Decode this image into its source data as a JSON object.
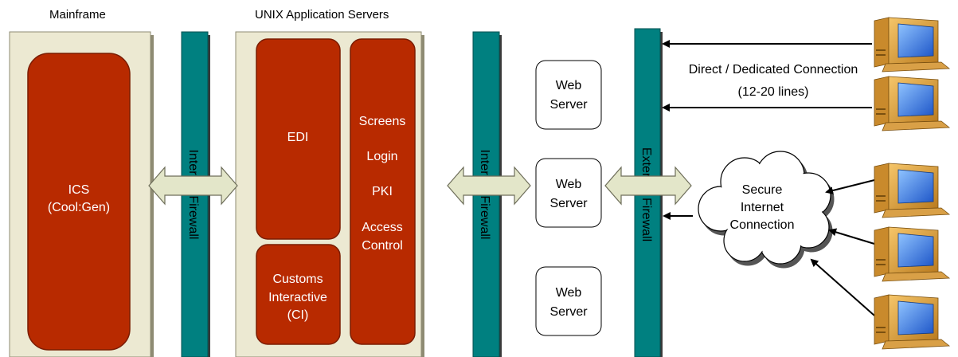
{
  "mainframe": {
    "title": "Mainframe",
    "ics_line1": "ICS",
    "ics_line2": "(Cool:Gen)"
  },
  "unix": {
    "title": "UNIX Application Servers",
    "edi": "EDI",
    "ci_line1": "Customs",
    "ci_line2": "Interactive",
    "ci_line3": "(CI)",
    "security_items": [
      "Screens",
      "Login",
      "PKI",
      "Access",
      "Control"
    ]
  },
  "firewalls": {
    "internal_1": "Internal Firewall",
    "internal_2": "Internal Firewall",
    "external": "External Firewall"
  },
  "web_servers": [
    {
      "line1": "Web",
      "line2": "Server"
    },
    {
      "line1": "Web",
      "line2": "Server"
    },
    {
      "line1": "Web",
      "line2": "Server"
    }
  ],
  "connections": {
    "direct_line1": "Direct / Dedicated Connection",
    "direct_line2": "(12-20 lines)",
    "cloud_line1": "Secure",
    "cloud_line2": "Internet",
    "cloud_line3": "Connection"
  },
  "colors": {
    "panel_fill": "#ECE9D2",
    "panel_shadow": "#8E8B73",
    "module_fill": "#B82A00",
    "firewall_fill": "#008080",
    "arrow_fill": "#E3E6C9",
    "arrow_stroke": "#6E6E5A",
    "monitor_body": "#E8A83C",
    "monitor_screen": "#2A6FD6"
  }
}
